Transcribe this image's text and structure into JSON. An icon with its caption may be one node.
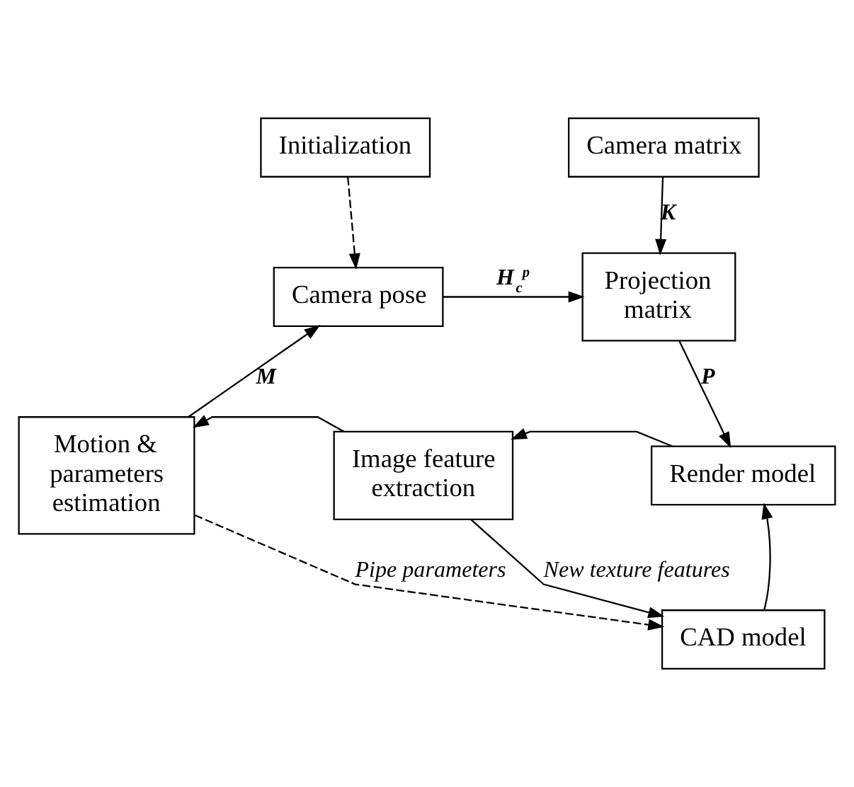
{
  "diagram": {
    "nodes": [
      {
        "text": [
          "Initialization"
        ]
      },
      {
        "text": [
          "Camera matrix"
        ]
      },
      {
        "text": [
          "Camera pose"
        ]
      },
      {
        "text": [
          "Projection matrix"
        ]
      },
      {
        "text": [
          "Motion & parameters estimation"
        ]
      },
      {
        "text": [
          "Image feature extraction"
        ]
      },
      {
        "text": [
          "Render model"
        ]
      },
      {
        "text": [
          "CAD model"
        ]
      }
    ],
    "edges": [
      {
        "from": 0,
        "to": 2,
        "arrow": "to",
        "style": "dashed"
      },
      {
        "from": 1,
        "to": 3,
        "arrow": "to",
        "label": "K"
      },
      {
        "from": 2,
        "to": 3,
        "arrow": "to",
        "label": "H$_{c}$$^{p}$"
      },
      {
        "from": 3,
        "to": 6,
        "arrow": "to",
        "label": "P"
      },
      {
        "from": 6,
        "to": 5,
        "arrow": "to"
      },
      {
        "from": 5,
        "to": 4,
        "arrow": "to"
      },
      {
        "from": 4,
        "to": 2,
        "arrow": "to",
        "label": "M"
      },
      {
        "from": 5,
        "to": 7,
        "arrow": "to",
        "label": "New texture features"
      },
      {
        "from": 7,
        "to": 6,
        "arrow": "to"
      },
      {
        "from": 4,
        "to": 7,
        "arrow": "to",
        "style": "dashed",
        "label": "Pipe parameters"
      }
    ]
  }
}
